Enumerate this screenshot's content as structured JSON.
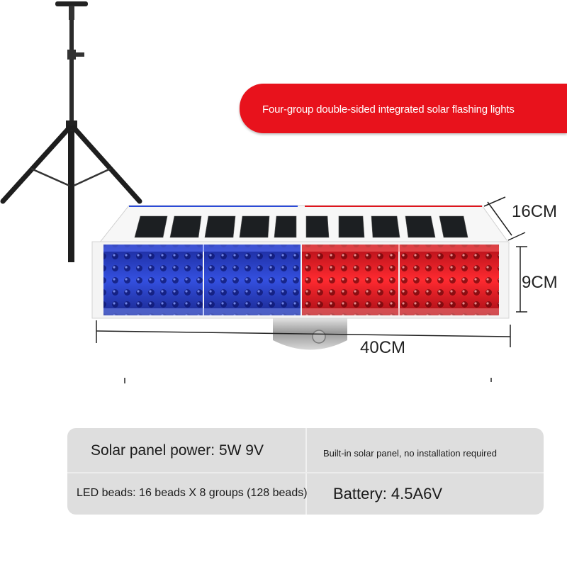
{
  "banner": {
    "text": "Four-group double-sided integrated solar flashing lights"
  },
  "dimensions": {
    "depth": "16CM",
    "height": "9CM",
    "width": "40CM"
  },
  "specs": {
    "solar_power": "Solar panel power: 5W 9V",
    "installation": "Built-in solar panel, no installation required",
    "led_beads": "LED beads: 16 beads X 8 groups (128 beads)",
    "battery": "Battery: 4.5A6V"
  },
  "colors": {
    "banner": "#e8121c",
    "blue_lens": "#2a3fd0",
    "red_lens": "#e01820",
    "spec_panel": "#dedede"
  }
}
